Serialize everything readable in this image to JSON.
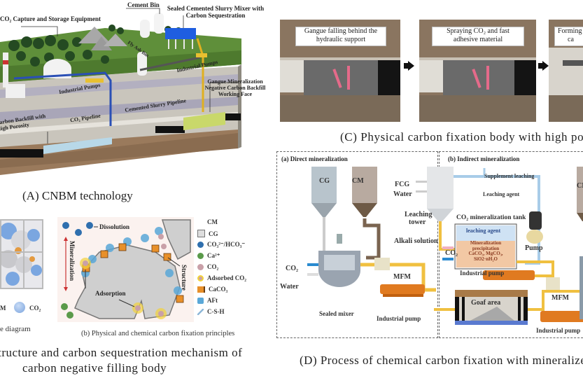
{
  "panel_a": {
    "caption": "(A) CNBM technology",
    "labels": {
      "co2_capture": "CO₂ Capture and Storage Equipment",
      "cement_bin": "Cement Bin",
      "sealed_mixer": "Sealed Cemented Slurry Mixer with Carbon Sequestration",
      "fly_ash": "Fly Ash Bin",
      "industrial_pump_1": "Industrial Pumps",
      "industrial_pump_2": "Industrial Pumps",
      "gangue_working_face": "Gangue Mineralization Negative Carbon Backfill Working Face",
      "carbon_backfill": "Carbon Backfill with High Porosity",
      "co2_pipeline": "CO₂ Pipeline",
      "slurry_pipeline": "Cemented Slurry Pipeline"
    }
  },
  "panel_b": {
    "caption_line1": "structure and carbon sequestration mechanism of",
    "caption_line2": "carbon negative filling body",
    "sub_a": {
      "caption": "e diagram",
      "legend": [
        "M",
        "CO₂"
      ]
    },
    "sub_b": {
      "caption": "(b) Physical and chemical carbon fixation principles",
      "labels": {
        "dissolution": "Dissolution",
        "mineralization": "Mineralization",
        "adsorption": "Adsorption",
        "structure": "Structure"
      },
      "legend": [
        {
          "label": "CM",
          "icon": "none",
          "color": "#ffffff"
        },
        {
          "label": "CG",
          "icon": "square",
          "color": "#c8c8c8"
        },
        {
          "label": "CO₃²⁻/HCO₃⁻",
          "icon": "ball",
          "color": "#2f6fae"
        },
        {
          "label": "Ca²⁺",
          "icon": "ball",
          "color": "#5a9a4a"
        },
        {
          "label": "CO₂",
          "icon": "ball",
          "color": "#c9a0a8"
        },
        {
          "label": "Adsorbed CO₂",
          "icon": "ring-ball",
          "color": "#f2d23a"
        },
        {
          "label": "CaCO₃",
          "icon": "cube",
          "color": "#e8902a"
        },
        {
          "label": "AFt",
          "icon": "crystal",
          "color": "#5aa8d8"
        },
        {
          "label": "C-S-H",
          "icon": "rod",
          "color": "#8fb8d8"
        }
      ]
    }
  },
  "panel_c": {
    "caption": "(C) Physical carbon fixation body with high poro",
    "steps": [
      {
        "line1": "Gangue falling behind the",
        "line2": "hydraulic support"
      },
      {
        "line1": "Spraying CO₂ and fast",
        "line2": "adhesive material"
      },
      {
        "line1": "Forming",
        "line2": "ca"
      }
    ]
  },
  "panel_d": {
    "caption": "(D) Process of chemical carbon fixation with mineralize",
    "direct": {
      "title": "(a) Direct mineralization",
      "cg": "CG",
      "cm": "CM",
      "co2": "CO₂",
      "water": "Water",
      "sealed_mixer": "Sealed mixer",
      "mfm": "MFM",
      "industrial_pump": "Industrial pump"
    },
    "indirect": {
      "title": "(b) Indirect mineralization",
      "fcg": "FCG",
      "water": "Water",
      "leaching_tower_1": "Leaching",
      "leaching_tower_2": "tower",
      "alkali": "Alkali solution",
      "co2": "CO₂",
      "supplement": "Supplement leaching",
      "leaching_agent": "Leaching agent",
      "tank_title": "CO₂ mineralization tank",
      "tank_agent": "leaching agent",
      "tank_precip_1": "Mineralization",
      "tank_precip_2": "precipitation",
      "tank_precip_3": "CaCO₃, MgCO₃,",
      "tank_precip_4": "SiO2·nH₂O",
      "pump": "Pump",
      "industrial_pump_1": "Industrial pump",
      "goaf": "Goaf area",
      "mfm": "MFM",
      "industrial_pump_2": "Industrial pump",
      "cm": "CM"
    }
  }
}
